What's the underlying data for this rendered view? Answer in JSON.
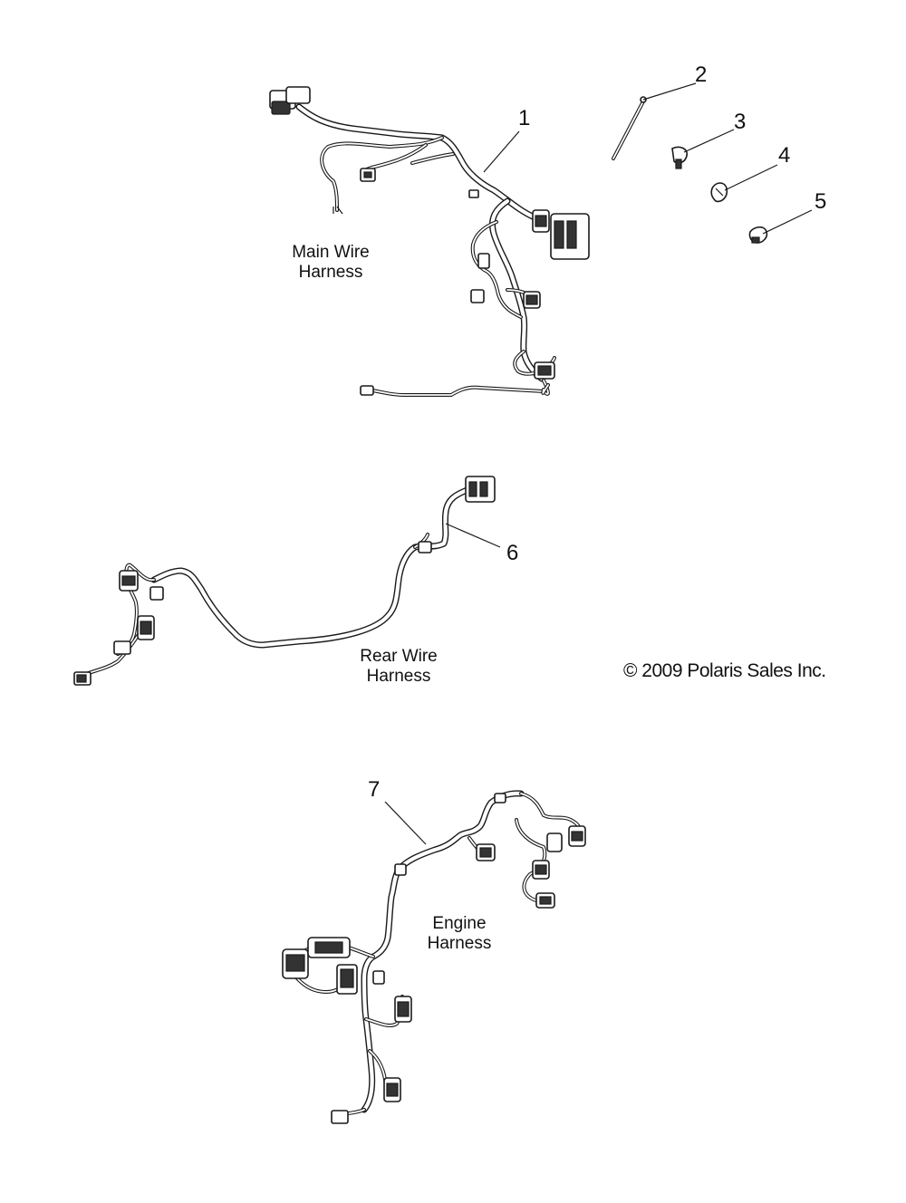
{
  "diagram": {
    "callouts": [
      "1",
      "2",
      "3",
      "4",
      "5",
      "6",
      "7"
    ],
    "labels": {
      "main_harness": [
        "Main Wire",
        "Harness"
      ],
      "rear_harness": [
        "Rear Wire",
        "Harness"
      ],
      "engine_harness": [
        "Engine",
        "Harness"
      ]
    },
    "copyright": "© 2009 Polaris Sales Inc."
  }
}
